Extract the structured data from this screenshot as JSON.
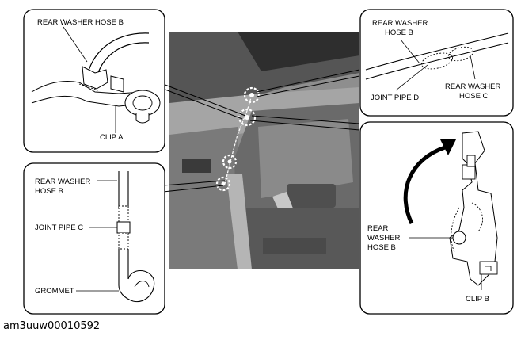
{
  "callouts": {
    "top_left": {
      "hose_label": "REAR WASHER HOSE B",
      "clip_label": "CLIP A"
    },
    "top_right": {
      "hose_b_line1": "REAR WASHER",
      "hose_b_line2": "HOSE B",
      "hose_c_line1": "REAR WASHER",
      "hose_c_line2": "HOSE C",
      "joint_label": "JOINT PIPE D"
    },
    "bottom_left": {
      "hose_line1": "REAR WASHER",
      "hose_line2": "HOSE B",
      "joint_label": "JOINT PIPE C",
      "grommet_label": "GROMMET"
    },
    "bottom_right": {
      "hose_line1": "REAR",
      "hose_line2": "WASHER",
      "hose_line3": "HOSE B",
      "clip_label": "CLIP B"
    }
  },
  "image_code": "am3uuw00010592"
}
